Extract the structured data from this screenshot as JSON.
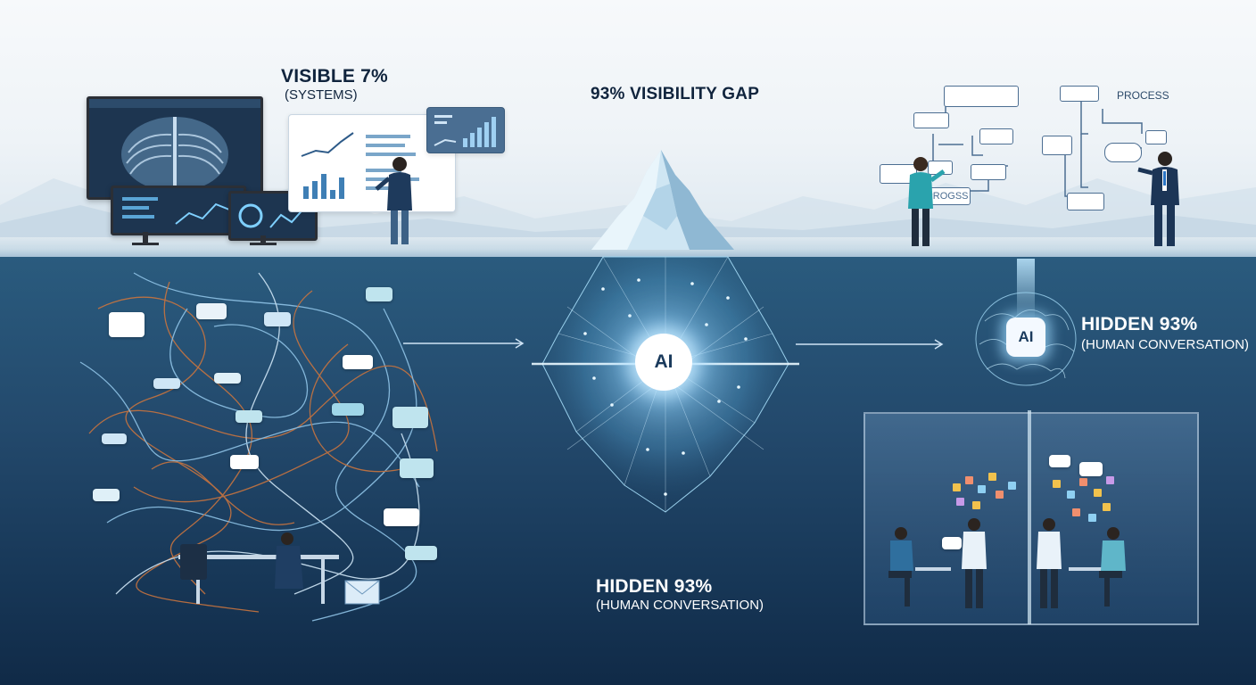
{
  "top": {
    "visible_title": "VISIBLE 7%",
    "visible_subtitle": "(SYSTEMS)",
    "gap_title": "93% VISIBILITY GAP"
  },
  "right_flow": {
    "process_label": "PROCESS",
    "box_progss": "PROGSS"
  },
  "center": {
    "ai_label": "AI"
  },
  "right_hidden": {
    "ai_label": "AI",
    "title": "HIDDEN 93%",
    "subtitle": "(HUMAN CONVERSATION)"
  },
  "bottom": {
    "title": "HIDDEN 93%",
    "subtitle": "(HUMAN CONVERSATION)"
  },
  "colors": {
    "sky": "#f2f6f9",
    "deep_water": "#1b3f62",
    "text_dark": "#10243d",
    "glow": "#bfe8ff",
    "thread_orange": "#c8743f",
    "thread_blue": "#8fc3e6"
  },
  "icons": [
    "iceberg-icon",
    "neural-network-icon",
    "arrow-right-icon",
    "envelope-icon",
    "chat-bubble-icon"
  ]
}
